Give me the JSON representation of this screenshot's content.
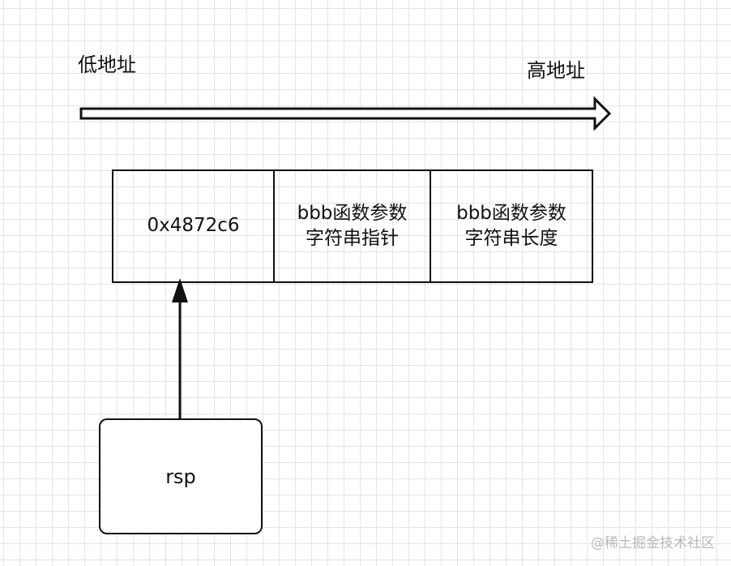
{
  "diagram": {
    "direction": {
      "low_label": "低地址",
      "high_label": "高地址"
    },
    "stack_cells": [
      {
        "line1": "0x4872c6",
        "line2": ""
      },
      {
        "line1": "bbb函数参数",
        "line2": "字符串指针"
      },
      {
        "line1": "bbb函数参数",
        "line2": "字符串长度"
      }
    ],
    "pointer": {
      "label": "rsp"
    },
    "watermark": "@稀土掘金技术社区",
    "colors": {
      "line": "#111111",
      "grid": "#e4e4e4",
      "watermark": "#b9b9b9"
    }
  }
}
